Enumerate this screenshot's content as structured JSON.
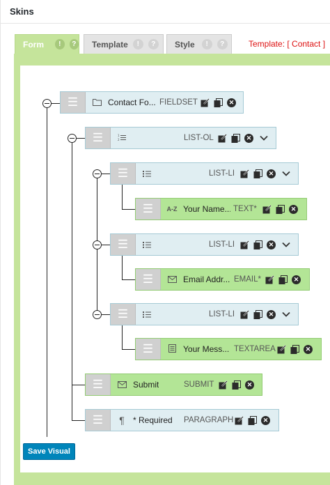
{
  "panel": {
    "title": "Skins"
  },
  "tabs": [
    {
      "label": "Form",
      "badge1": "!",
      "badge2": "?"
    },
    {
      "label": "Template",
      "badge1": "!",
      "badge2": "?"
    },
    {
      "label": "Style",
      "badge1": "!",
      "badge2": "?"
    }
  ],
  "template_status": "Template: [ Contact ]",
  "colors": {
    "panel_green": "#c5e49b",
    "container_node": "#e0eef2",
    "field_node": "#b3e596",
    "save_button": "#0085ba",
    "template_status": "#dd1111"
  },
  "nodes": [
    {
      "label": "Contact Fo...",
      "type": "FIELDSET",
      "icon": "folder-icon"
    },
    {
      "label": "",
      "type": "LIST-OL",
      "icon": "ordered-list-icon"
    },
    {
      "label": "",
      "type": "LIST-LI",
      "icon": "list-icon"
    },
    {
      "label": "Your Name...",
      "type": "TEXT*",
      "icon": "text-az-icon",
      "icon_text": "A-Z"
    },
    {
      "label": "",
      "type": "LIST-LI",
      "icon": "list-icon"
    },
    {
      "label": "Email Addr...",
      "type": "EMAIL*",
      "icon": "envelope-icon"
    },
    {
      "label": "",
      "type": "LIST-LI",
      "icon": "list-icon"
    },
    {
      "label": "Your Mess...",
      "type": "TEXTAREA",
      "icon": "textarea-icon"
    },
    {
      "label": "Submit",
      "type": "SUBMIT",
      "icon": "envelope-icon"
    },
    {
      "label": "* Required",
      "type": "PARAGRAPH",
      "icon": "paragraph-icon",
      "icon_text": "¶"
    }
  ],
  "save_button": {
    "label": "Save Visual"
  }
}
